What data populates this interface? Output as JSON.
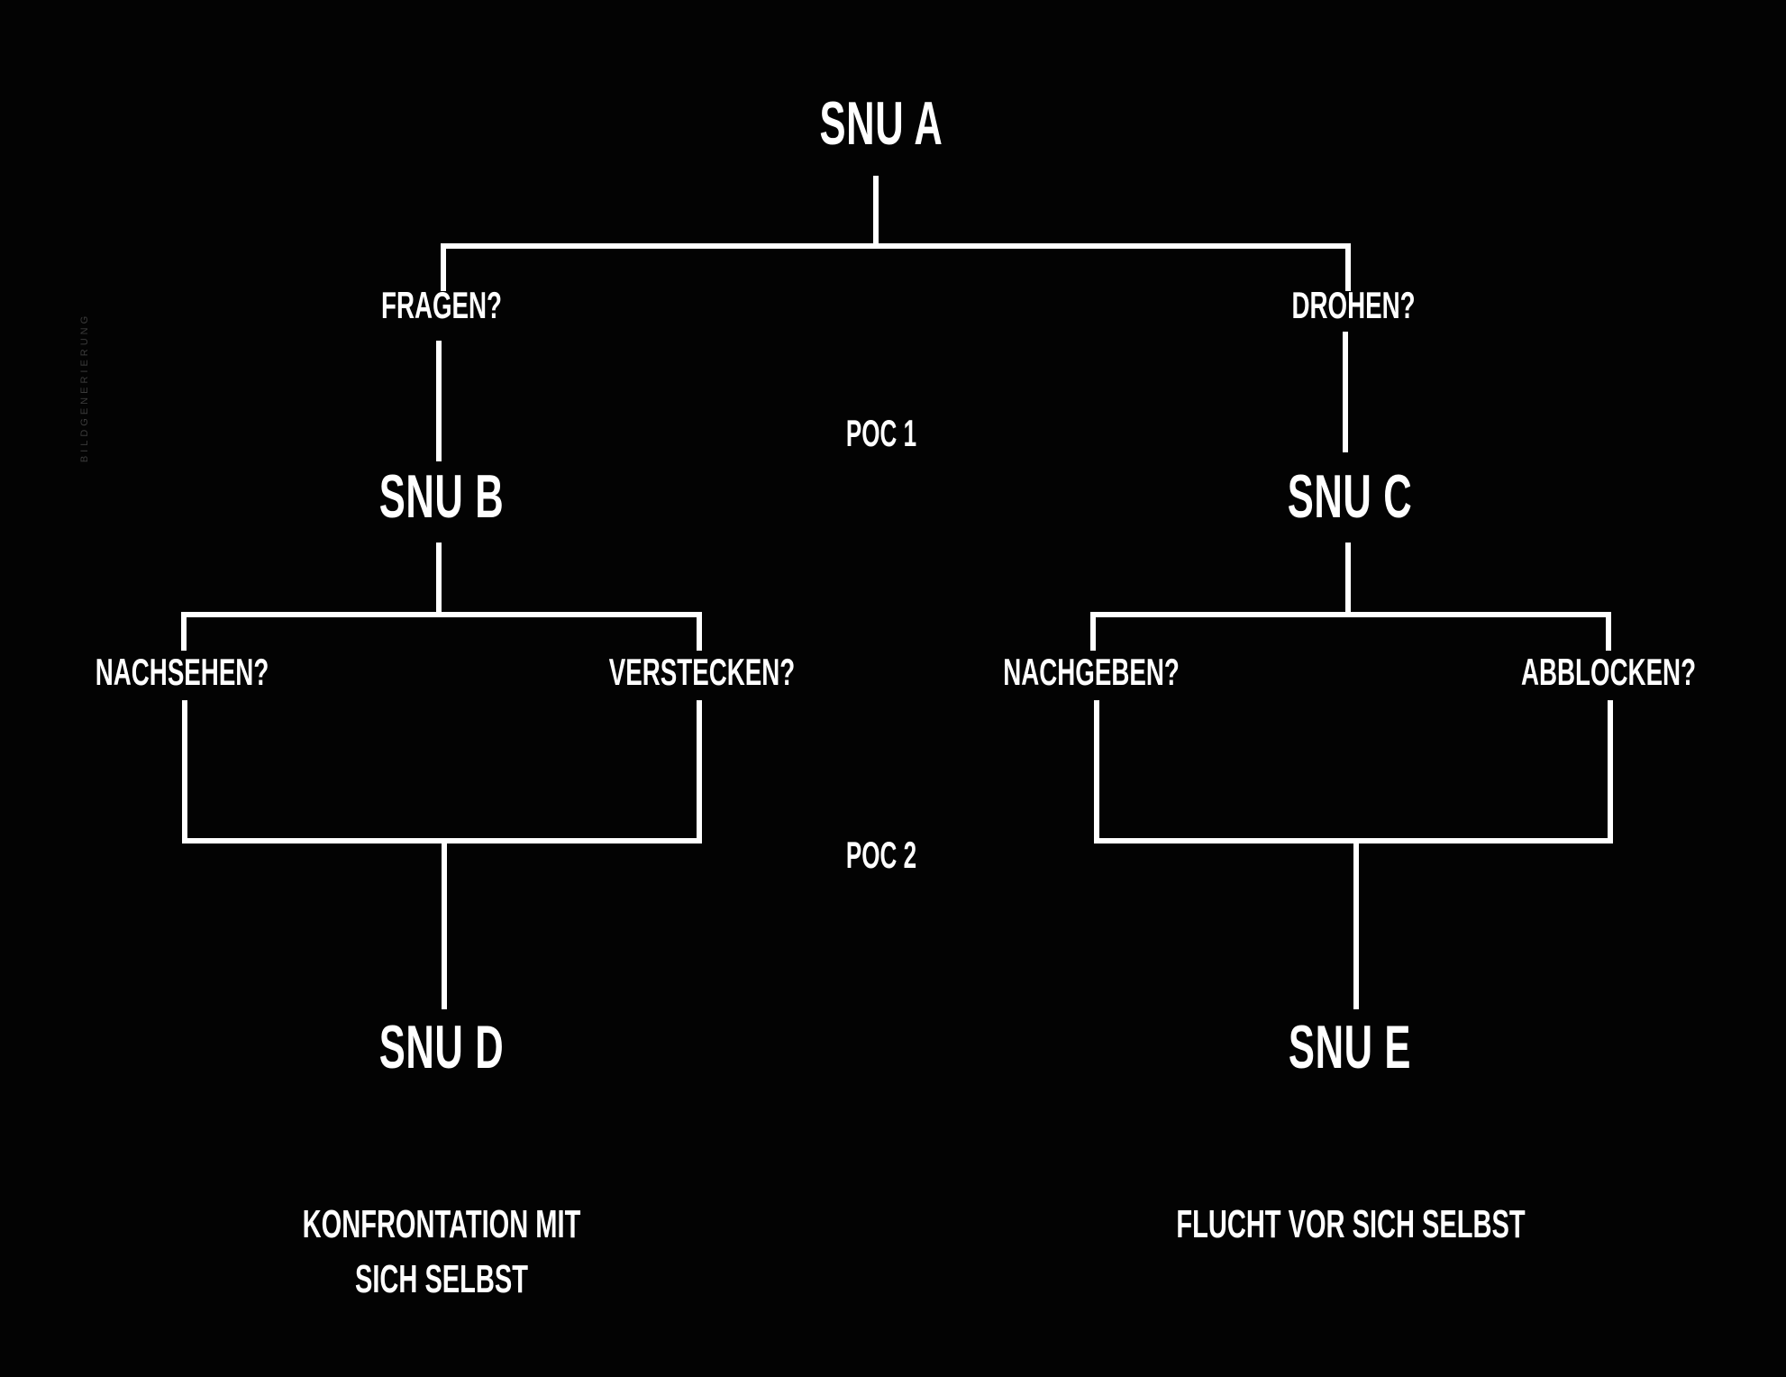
{
  "colors": {
    "background": "#030303",
    "foreground": "#ffffff",
    "caption": "#3a3a3a"
  },
  "side_caption": "BILDGENERIERUNG",
  "nodes": {
    "a": "SNU A",
    "b": "SNU B",
    "c": "SNU C",
    "d": "SNU D",
    "e": "SNU E"
  },
  "questions": {
    "fragen": "FRAGEN?",
    "drohen": "DROHEN?",
    "nachsehen": "NACHSEHEN?",
    "verstecken": "VERSTECKEN?",
    "nachgeben": "NACHGEBEN?",
    "abblocken": "ABBLOCKEN?"
  },
  "pocs": {
    "poc1": "POC 1",
    "poc2": "POC 2"
  },
  "outcomes": {
    "left": "KONFRONTATION MIT SICH SELBST",
    "right": "FLUCHT VOR SICH SELBST"
  }
}
